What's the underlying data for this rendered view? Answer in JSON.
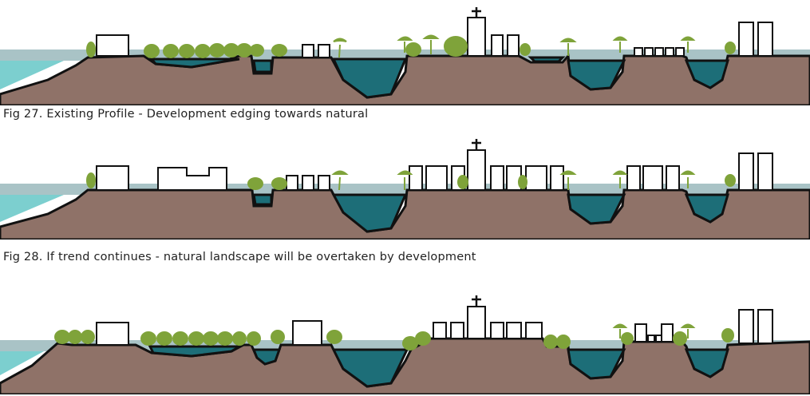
{
  "figures": [
    {
      "id": "fig27",
      "caption": "Fig 27. Existing Profile - Development edging towards natural"
    },
    {
      "id": "fig28",
      "caption": "Fig 28. If trend continues - natural landscape will be overtaken by development"
    },
    {
      "id": "fig29",
      "caption": ""
    }
  ],
  "colors": {
    "ground": "#8f7268",
    "sea": "#7ccfcf",
    "sky_band": "#a9c3c6",
    "pond": "#1d6e78",
    "tree": "#7fa33a",
    "outline": "#111111",
    "building_fill": "#ffffff"
  }
}
